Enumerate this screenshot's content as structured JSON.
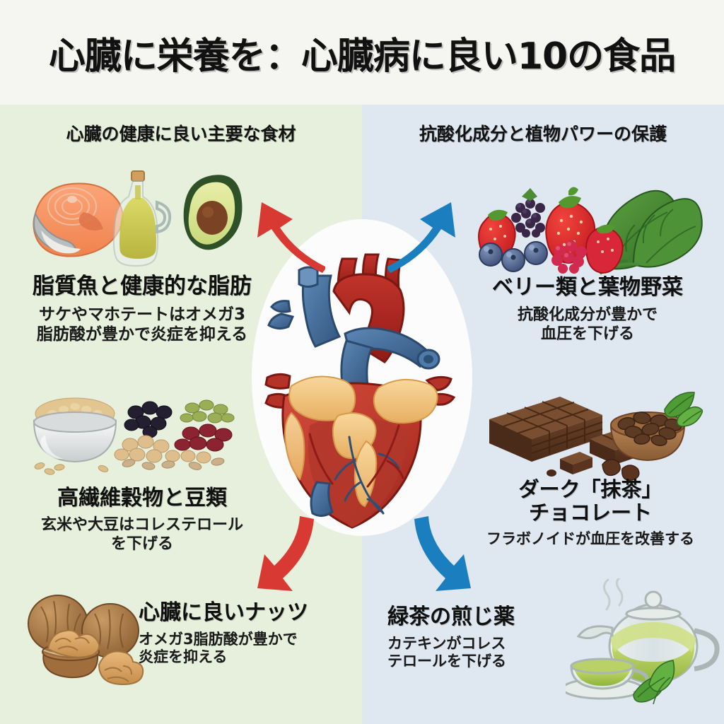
{
  "title": "心臓に栄養を：心臓病に良い10の食品",
  "sections": {
    "left_heading": "心臓の健康に良い主要な食材",
    "right_heading": "抗酸化成分と植物パワーの保護"
  },
  "colors": {
    "left_panel_bg": "#E7F0DC",
    "right_panel_bg": "#DFE7F1",
    "title_band_bg": "#F5F5F1",
    "heart_oval_bg": "#FBFCFB",
    "arrow_red": "#D83A33",
    "arrow_blue": "#1B7FBF",
    "heart_muscle_red": "#C0392B",
    "heart_artery_red": "#B3261E",
    "heart_vein_blue": "#4A78A8",
    "heart_fat_yellow": "#F2C785",
    "text_dark": "#101010"
  },
  "items": [
    {
      "id": "fatty-fish",
      "side": "left",
      "title": "脂質魚と健康的な脂肪",
      "desc": "サケやマホテートはオメガ3\n脂肪酸が豊かで炎症を抑える",
      "art": "salmon-olive-oil-avocado"
    },
    {
      "id": "grains",
      "side": "left",
      "title": "高繊維穀物と豆類",
      "desc": "玄米や大豆はコレステロール\nを下げる",
      "art": "grain-bowl-and-beans"
    },
    {
      "id": "nuts",
      "side": "left",
      "title": "心臓に良いナッツ",
      "desc": "オメガ3脂肪酸が豊かで\n炎症を抑える",
      "art": "walnuts"
    },
    {
      "id": "berries",
      "side": "right",
      "title": "ベリー類と葉物野菜",
      "desc": "抗酸化成分が豊かで\n血圧を下げる",
      "art": "berries-and-spinach"
    },
    {
      "id": "chocolate",
      "side": "right",
      "title": "ダーク「抹茶」\nチョコレート",
      "desc": "フラボノイドが血圧を改善する",
      "art": "dark-chocolate-and-cacao-beans"
    },
    {
      "id": "greentea",
      "side": "right",
      "title": "緑茶の煎じ薬",
      "desc": "カテキンがコレス\nテロールを下げる",
      "art": "glass-teapot-green-tea"
    }
  ],
  "arrows": [
    {
      "id": "top-left",
      "color": "#D83A33",
      "direction": "up-left"
    },
    {
      "id": "top-right",
      "color": "#1B7FBF",
      "direction": "up-right"
    },
    {
      "id": "bottom-left",
      "color": "#D83A33",
      "direction": "down-left"
    },
    {
      "id": "bottom-right",
      "color": "#1B7FBF",
      "direction": "down-right"
    }
  ],
  "center_graphic": "anatomical-human-heart"
}
